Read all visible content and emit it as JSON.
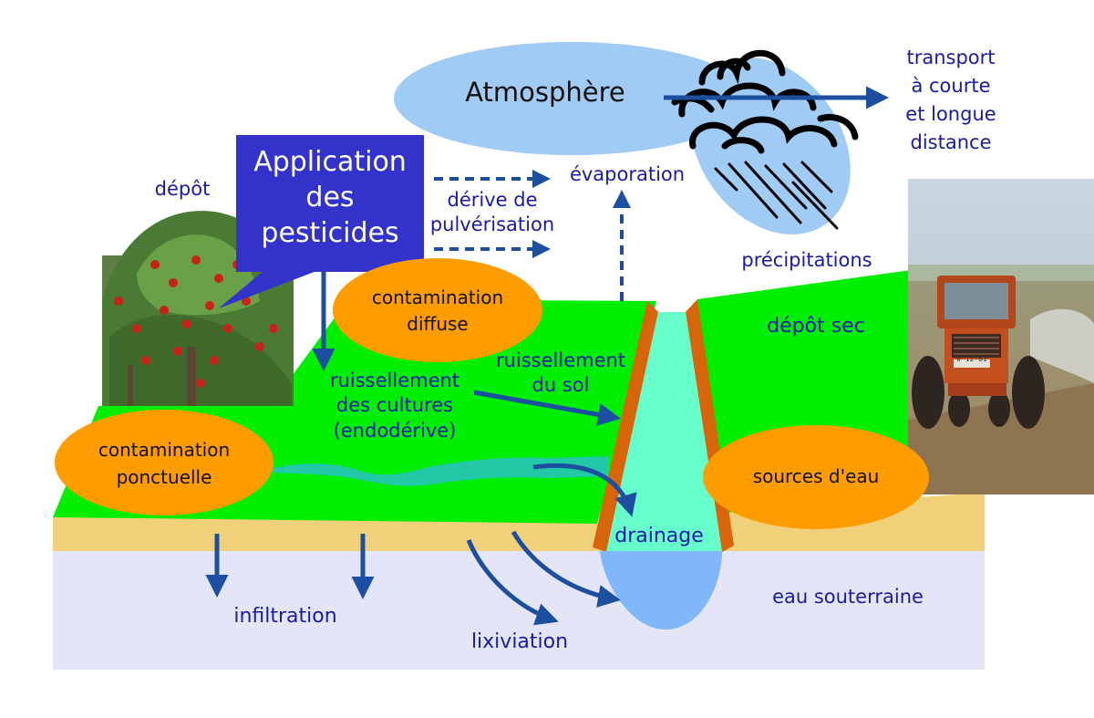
{
  "atmosphere": {
    "label": "Atmosphère"
  },
  "application": {
    "line1": "Application",
    "line2": "des",
    "line3": "pesticides"
  },
  "labels": {
    "depot": "dépôt",
    "drift_1": "dérive de",
    "drift_2": "pulvérisation",
    "evaporation": "évaporation",
    "transport_1": "transport",
    "transport_2": "à courte",
    "transport_3": "et longue",
    "transport_4": "distance",
    "precipitations": "précipitations",
    "depot_sec": "dépôt sec",
    "ruiss_sol_1": "ruissellement",
    "ruiss_sol_2": "du sol",
    "ruiss_cult_1": "ruissellement",
    "ruiss_cult_2": "des cultures",
    "ruiss_cult_3": "(endodérive)",
    "drainage": "drainage",
    "infiltration": "infiltration",
    "lixiviation": "lixiviation",
    "eau_souterraine": "eau souterraine"
  },
  "ellipses": {
    "diffuse_1": "contamination",
    "diffuse_2": "diffuse",
    "ponctuelle_1": "contamination",
    "ponctuelle_2": "ponctuelle",
    "sources": "sources d'eau"
  },
  "tractor": {
    "plate": "0 12-81"
  },
  "colors": {
    "field": "#00ee00",
    "soil": "#f0d078",
    "groundwater": "#e4e6f8",
    "river": "#66ffcc",
    "orange": "#ff9d00",
    "label_blue": "#1a1aa8",
    "arrow_blue": "#1d4fa0",
    "application_box": "#3333cc",
    "atmosphere": "#9fcbf5"
  },
  "icons": [
    "rain-cloud-icon",
    "apple-tree-photo",
    "tractor-photo"
  ]
}
